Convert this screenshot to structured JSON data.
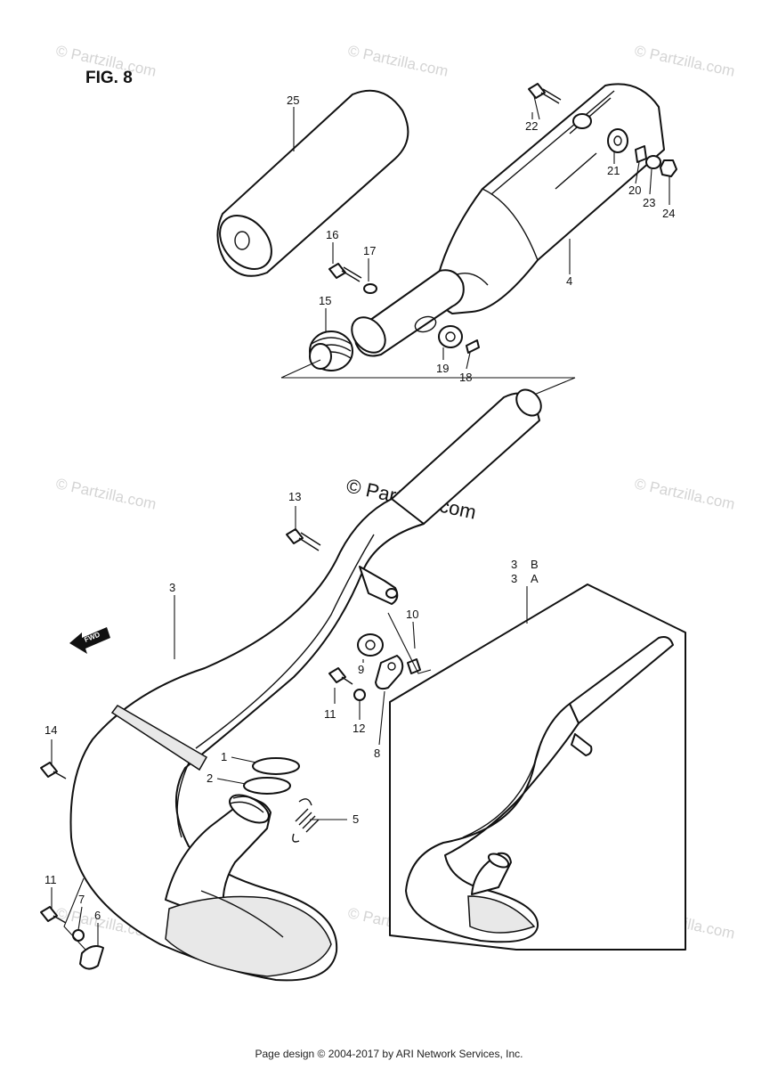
{
  "figure": {
    "label": "FIG. 8"
  },
  "watermarks": {
    "small": "© Partzilla.com",
    "large": "© Partzilla.com"
  },
  "fwd_arrow": {
    "label": "FWD"
  },
  "callouts": {
    "c1": "1",
    "c2": "2",
    "c3": "3",
    "c3b": "3",
    "c3a": "3",
    "sfx_b": "B",
    "sfx_a": "A",
    "c4": "4",
    "c5": "5",
    "c6": "6",
    "c7": "7",
    "c8": "8",
    "c9": "9",
    "c10": "10",
    "c11a": "11",
    "c11b": "11",
    "c12": "12",
    "c13": "13",
    "c14": "14",
    "c15": "15",
    "c16": "16",
    "c17": "17",
    "c18": "18",
    "c19": "19",
    "c20": "20",
    "c21": "21",
    "c22": "22",
    "c23": "23",
    "c24": "24",
    "c25": "25"
  },
  "footer": {
    "text": "Page design © 2004-2017 by ARI Network Services, Inc."
  }
}
